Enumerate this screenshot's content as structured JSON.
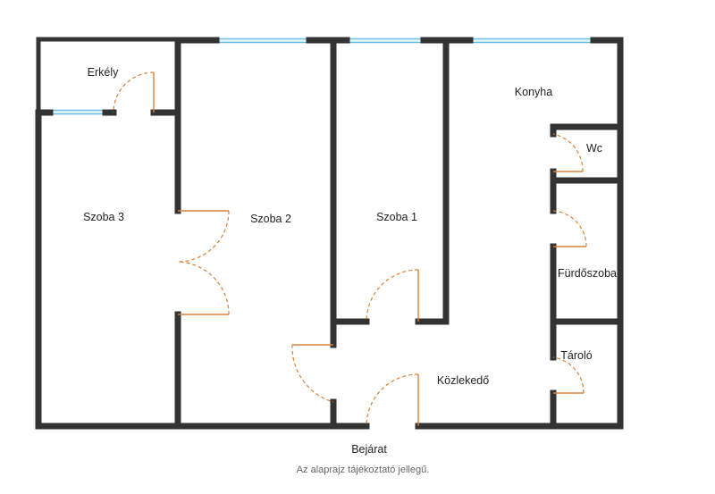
{
  "rooms": {
    "erkely": "Erkély",
    "szoba3": "Szoba 3",
    "szoba2": "Szoba 2",
    "szoba1": "Szoba 1",
    "konyha": "Konyha",
    "wc": "Wc",
    "furdoszoba": "Fürdőszoba",
    "tarolo": "Tároló",
    "kozlekedo": "Közlekedő"
  },
  "entrance_label": "Bejárat",
  "footnote": "Az alaprajz tájékoztató jellegű.",
  "colors": {
    "wall": "#333333",
    "door": "#d98038",
    "window": "#6bbfe3"
  }
}
